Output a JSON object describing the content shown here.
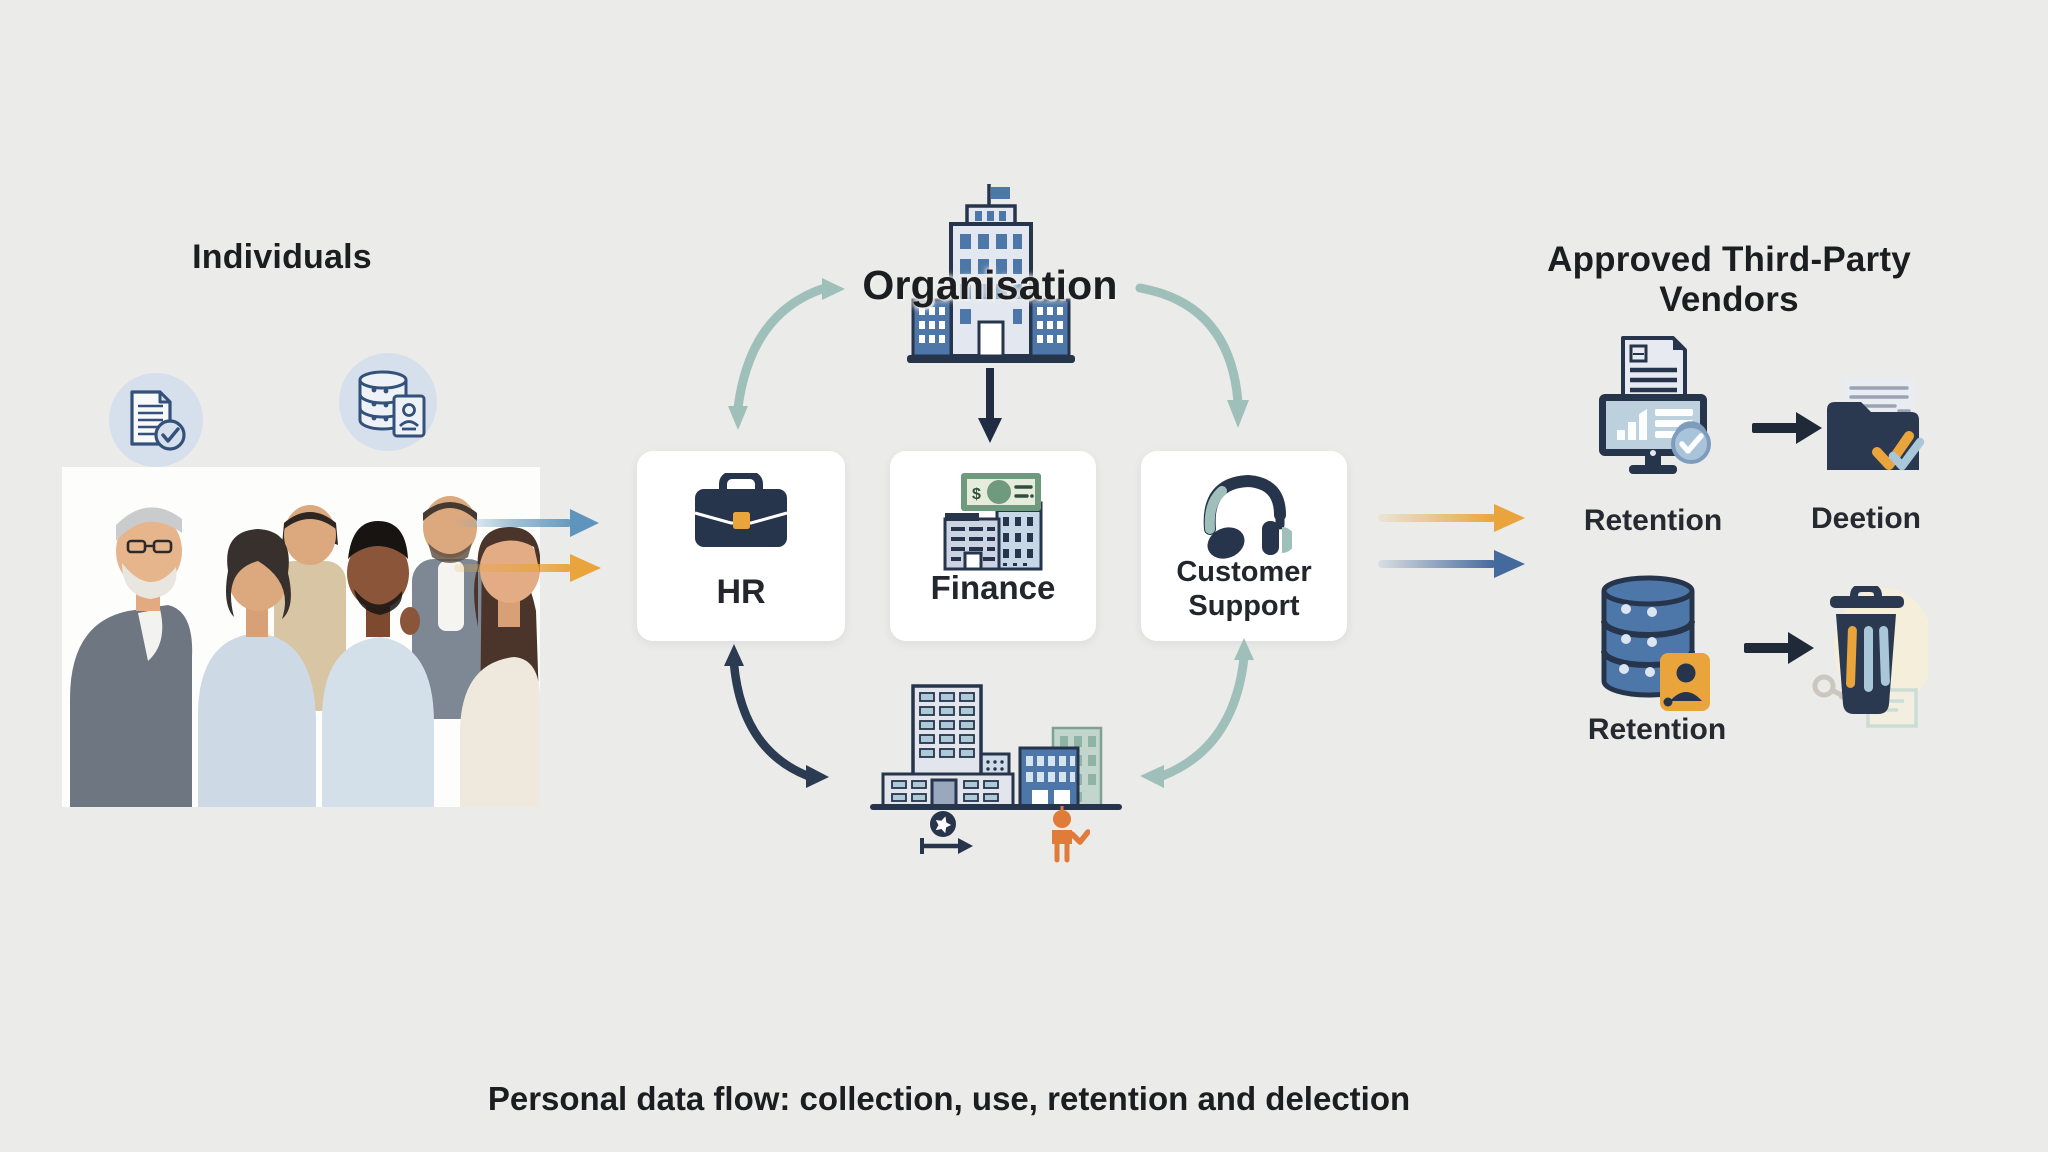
{
  "page": {
    "caption": "Personal data flow: collection, use, retention and delection",
    "background_color": "#ebebe9"
  },
  "individuals": {
    "title": "Individuals",
    "photo_alt": "Group of six smiling people",
    "icons": [
      "document-check-icon",
      "database-user-icon"
    ]
  },
  "organisation": {
    "title": "Organisation",
    "building_icon": "office-tower-icon",
    "departments": [
      {
        "label": "HR",
        "icon": "briefcase-icon"
      },
      {
        "label": "Finance",
        "icon": "finance-buildings-icon"
      },
      {
        "label": "Customer Support",
        "icon": "headset-icon"
      }
    ],
    "campus_icon": "city-buildings-icon",
    "campus_badges": [
      "star-timeline-icon",
      "person-icon"
    ]
  },
  "vendors": {
    "title": "Approved Third-Party Vendors",
    "rows": [
      {
        "source_label": "Retention",
        "source_icon": "monitor-document-icon",
        "target_label": "Deetion",
        "target_icon": "folder-check-icon"
      },
      {
        "source_label": "Retention",
        "source_icon": "database-user-badge-icon",
        "target_label": "",
        "target_icon": "trash-icon"
      }
    ]
  },
  "colors": {
    "teal_arrow": "#9fc0ba",
    "navy": "#2a3950",
    "orange": "#e9a43c",
    "blue_arrow_left": "#7ba7c7",
    "blue_arrow_right": "#44699c",
    "card_background": "#ffffff",
    "badge_background": "#d6dfec"
  }
}
